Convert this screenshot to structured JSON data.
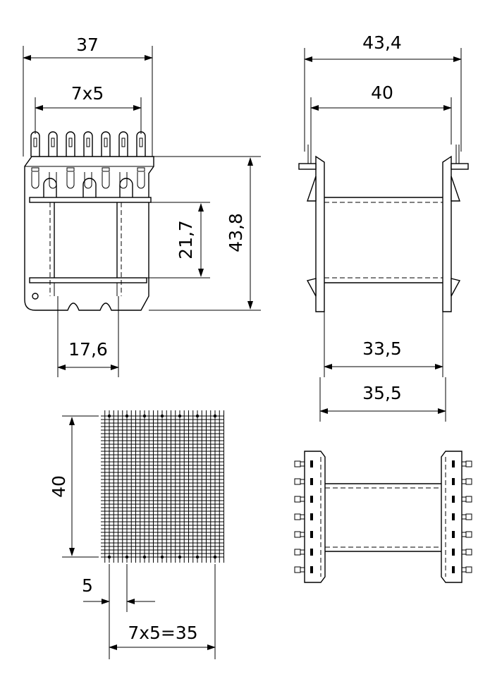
{
  "dimensions": {
    "top_left_width": "37",
    "top_left_pitch": "7x5",
    "top_left_height": "43,8",
    "top_left_window": "21,7",
    "top_left_slot": "17,6",
    "top_right_overall": "43,4",
    "top_right_inner": "40",
    "top_right_core1": "33,5",
    "top_right_core2": "35,5",
    "grid_height": "40",
    "grid_pitch": "5",
    "grid_total": "7x5=35"
  },
  "colors": {
    "line": "#000000",
    "background": "#ffffff"
  },
  "pin_count": 7
}
